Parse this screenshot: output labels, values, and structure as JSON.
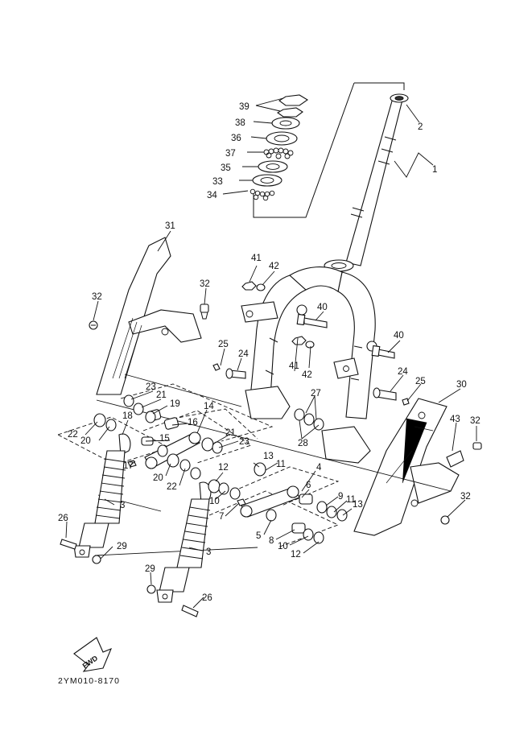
{
  "catalog_code": "2YM010-8170",
  "direction_badge": "FWD",
  "callouts": [
    {
      "num": "1"
    },
    {
      "num": "2"
    },
    {
      "num": "3"
    },
    {
      "num": "3"
    },
    {
      "num": "4"
    },
    {
      "num": "5"
    },
    {
      "num": "6"
    },
    {
      "num": "7"
    },
    {
      "num": "8"
    },
    {
      "num": "9"
    },
    {
      "num": "10"
    },
    {
      "num": "10"
    },
    {
      "num": "11"
    },
    {
      "num": "11"
    },
    {
      "num": "12"
    },
    {
      "num": "12"
    },
    {
      "num": "13"
    },
    {
      "num": "13"
    },
    {
      "num": "14"
    },
    {
      "num": "15"
    },
    {
      "num": "16"
    },
    {
      "num": "17"
    },
    {
      "num": "18"
    },
    {
      "num": "19"
    },
    {
      "num": "20"
    },
    {
      "num": "20"
    },
    {
      "num": "21"
    },
    {
      "num": "21"
    },
    {
      "num": "22"
    },
    {
      "num": "22"
    },
    {
      "num": "23"
    },
    {
      "num": "23"
    },
    {
      "num": "24"
    },
    {
      "num": "24"
    },
    {
      "num": "25"
    },
    {
      "num": "25"
    },
    {
      "num": "26"
    },
    {
      "num": "26"
    },
    {
      "num": "27"
    },
    {
      "num": "28"
    },
    {
      "num": "29"
    },
    {
      "num": "29"
    },
    {
      "num": "30"
    },
    {
      "num": "31"
    },
    {
      "num": "32"
    },
    {
      "num": "32"
    },
    {
      "num": "32"
    },
    {
      "num": "32"
    },
    {
      "num": "33"
    },
    {
      "num": "34"
    },
    {
      "num": "35"
    },
    {
      "num": "36"
    },
    {
      "num": "37"
    },
    {
      "num": "38"
    },
    {
      "num": "39"
    },
    {
      "num": "40"
    },
    {
      "num": "40"
    },
    {
      "num": "41"
    },
    {
      "num": "41"
    },
    {
      "num": "42"
    },
    {
      "num": "42"
    },
    {
      "num": "43"
    }
  ]
}
